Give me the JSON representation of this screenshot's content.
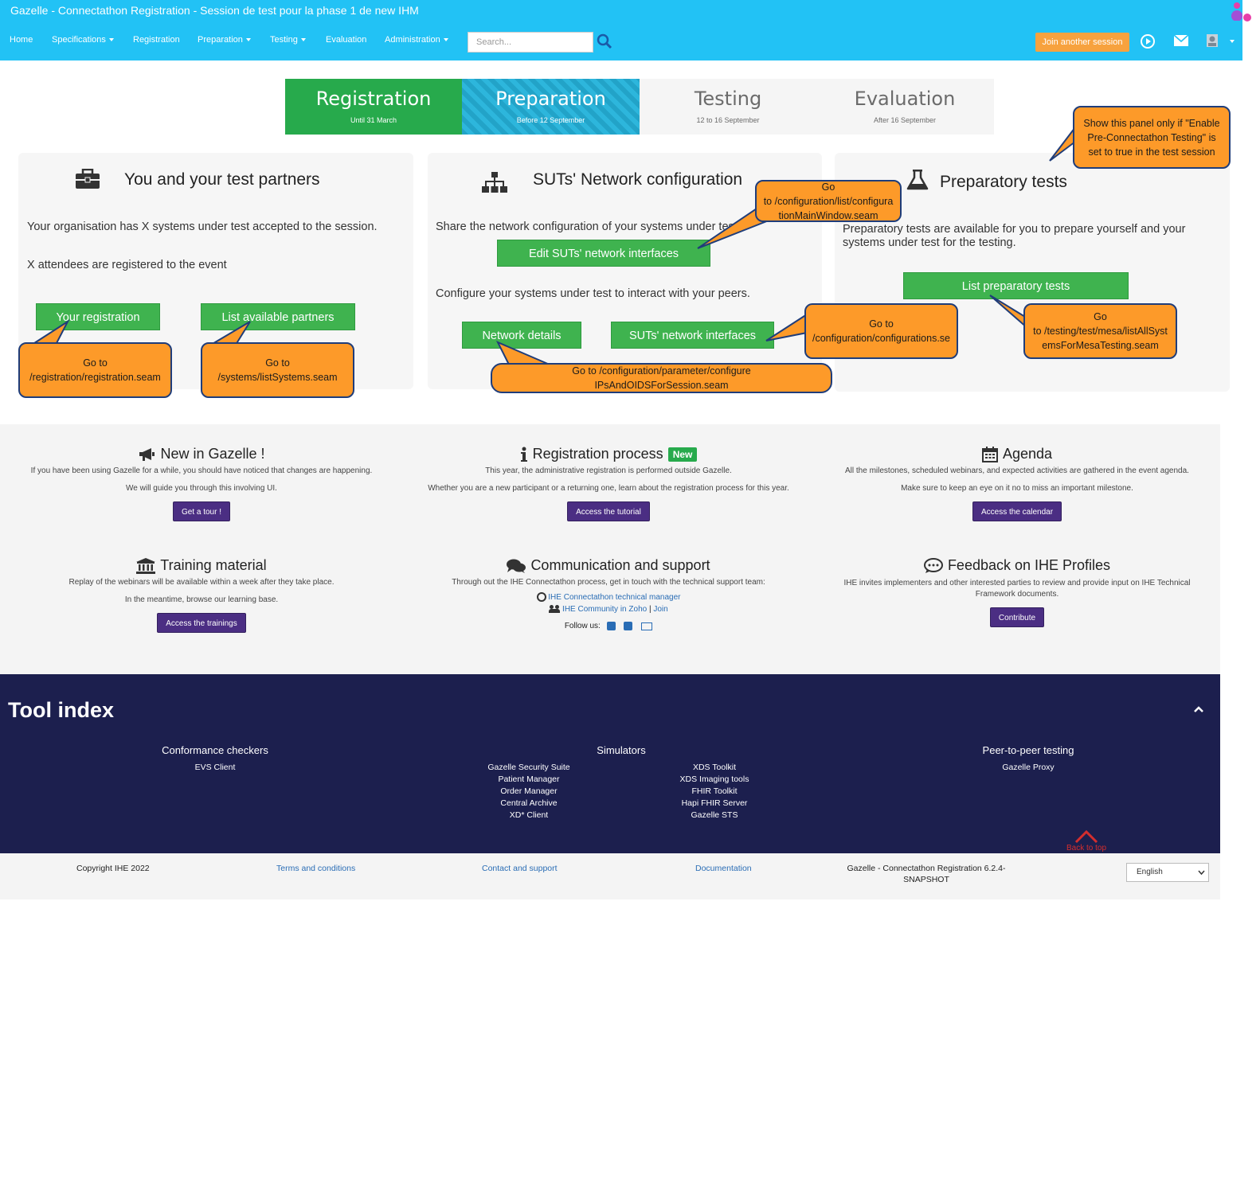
{
  "window": {
    "title": "Gazelle - Connectathon Registration - Session de test pour la phase 1 de new IHM"
  },
  "nav": {
    "items": [
      {
        "label": "Home",
        "dropdown": false
      },
      {
        "label": "Specifications",
        "dropdown": true
      },
      {
        "label": "Registration",
        "dropdown": false
      },
      {
        "label": "Preparation",
        "dropdown": true
      },
      {
        "label": "Testing",
        "dropdown": true
      },
      {
        "label": "Evaluation",
        "dropdown": false
      },
      {
        "label": "Administration",
        "dropdown": true
      }
    ],
    "search_placeholder": "Search...",
    "join_label": "Join another session"
  },
  "steps": [
    {
      "title": "Registration",
      "subtitle": "Until 31 March",
      "state": "done"
    },
    {
      "title": "Preparation",
      "subtitle": "Before 12 September",
      "state": "current"
    },
    {
      "title": "Testing",
      "subtitle": "12 to 16 September",
      "state": "future"
    },
    {
      "title": "Evaluation",
      "subtitle": "After 16 September",
      "state": "future"
    }
  ],
  "panels": {
    "partners": {
      "title": "You and your test partners",
      "text1": "Your organisation has X systems under test accepted to the session.",
      "text2": "X attendees are registered to the event",
      "btn_registration": "Your registration",
      "btn_partners": "List available partners"
    },
    "network": {
      "title": "SUTs' Network configuration",
      "text1": "Share the network configuration of your systems under test",
      "btn_edit": "Edit SUTs' network interfaces",
      "text2": "Configure your systems under test to interact with your peers.",
      "btn_details": "Network details",
      "btn_interfaces": "SUTs' network interfaces"
    },
    "preparatory": {
      "title": "Preparatory tests",
      "text1": "Preparatory tests are available for you to prepare yourself and your",
      "text2": "systems under test for the testing.",
      "btn_list": "List preparatory tests"
    }
  },
  "callouts": {
    "show_panel": [
      "Show this panel only if \"Enable",
      "Pre-Connectathon Testing\" is",
      "set to true in the test session"
    ],
    "config_main": [
      "Go",
      "to /configuration/list/configura",
      "tionMainWindow.seam"
    ],
    "registration": [
      "Go to",
      "/registration/registration.seam"
    ],
    "systems": [
      "Go to",
      "/systems/listSystems.seam"
    ],
    "configurations": [
      "Go to",
      "/configuration/configurations.se"
    ],
    "parameter": [
      "Go to /configuration/parameter/configure",
      "IPsAndOIDSForSession.seam"
    ],
    "mesa": [
      "Go",
      "to /testing/test/mesa/listAllSyst",
      "emsForMesaTesting.seam"
    ]
  },
  "info": {
    "new": {
      "title": "New in Gazelle !",
      "lines": [
        "If you have been using Gazelle for a while, you should have noticed that changes are happening.",
        "We will guide you through this involving UI."
      ],
      "button": "Get a tour !"
    },
    "registration": {
      "title": "Registration process",
      "badge": "New",
      "lines": [
        "This year, the administrative registration is performed outside Gazelle.",
        "Whether you are a new participant or a returning one, learn about the registration process for this year."
      ],
      "button": "Access the tutorial"
    },
    "agenda": {
      "title": "Agenda",
      "lines": [
        "All the milestones, scheduled webinars, and expected activities are gathered in the event agenda.",
        "Make sure to keep an eye on it no to miss an important milestone."
      ],
      "button": "Access the calendar"
    },
    "training": {
      "title": "Training material",
      "lines": [
        "Replay of the webinars will be available within a week after they take place.",
        "In the meantime, browse our learning base."
      ],
      "button": "Access the trainings"
    },
    "communication": {
      "title": "Communication and support",
      "line": "Through out the IHE Connectathon process, get in touch with the technical support team:",
      "link_manager": "IHE Connectathon technical manager",
      "link_community": "IHE Community in Zoho",
      "sep": "|",
      "link_join": "Join",
      "follow": "Follow us:"
    },
    "feedback": {
      "title": "Feedback on IHE Profiles",
      "lines": [
        "IHE invites implementers and other interested parties to review and provide input on IHE Technical",
        "Framework documents."
      ],
      "button": "Contribute"
    }
  },
  "tools": {
    "title": "Tool index",
    "conformance": {
      "title": "Conformance checkers",
      "items": [
        "EVS Client"
      ]
    },
    "simulators": {
      "title": "Simulators",
      "col1": [
        "Gazelle Security Suite",
        "Patient Manager",
        "Order Manager",
        "Central Archive",
        "XD* Client"
      ],
      "col2": [
        "XDS Toolkit",
        "XDS Imaging tools",
        "FHIR Toolkit",
        "Hapi FHIR Server",
        "Gazelle STS"
      ]
    },
    "p2p": {
      "title": "Peer-to-peer testing",
      "items": [
        "Gazelle Proxy"
      ]
    }
  },
  "footer": {
    "copyright": "Copyright IHE 2022",
    "terms": "Terms and conditions",
    "contact": "Contact and support",
    "documentation": "Documentation",
    "version_line1": "Gazelle - Connectathon Registration 6.2.4-",
    "version_line2": "SNAPSHOT",
    "back_to_top": "Back to top",
    "language": "English"
  }
}
